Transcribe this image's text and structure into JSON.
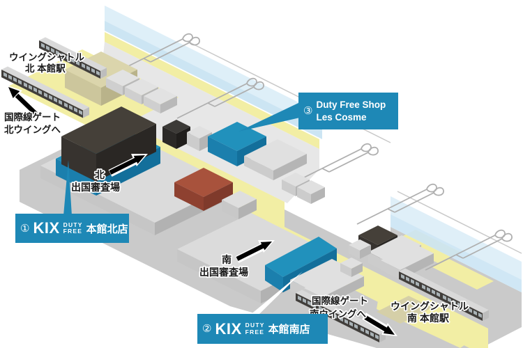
{
  "colors": {
    "accent_blue": "#1E88B6",
    "shop_blue_top": "#2191BC",
    "walkway_yellow": "#F2EEA4",
    "glass_blue": "#DCEEF8",
    "floor_gray": "#CACACA",
    "red_building": "#A8523C",
    "dark_building": "#37332F"
  },
  "stations": {
    "north": {
      "line1": "ウイングシャトル",
      "line2": "北 本館駅"
    },
    "south": {
      "line1": "ウイングシャトル",
      "line2": "南 本館駅"
    }
  },
  "gates": {
    "north": {
      "line1": "国際線ゲート",
      "line2": "北ウイングへ"
    },
    "south": {
      "line1": "国際線ゲート",
      "line2": "南ウイングへ"
    }
  },
  "immigration": {
    "north": {
      "line1": "北",
      "line2": "出国審査場"
    },
    "south": {
      "line1": "南",
      "line2": "出国審査場"
    }
  },
  "shops": [
    {
      "number": "①",
      "brand": "KIX",
      "logo_top": "DUTY",
      "logo_bottom": "FREE",
      "name": "本館北店"
    },
    {
      "number": "②",
      "brand": "KIX",
      "logo_top": "DUTY",
      "logo_bottom": "FREE",
      "name": "本館南店"
    },
    {
      "number": "③",
      "line1": "Duty Free Shop",
      "line2": "Les Cosme"
    }
  ]
}
